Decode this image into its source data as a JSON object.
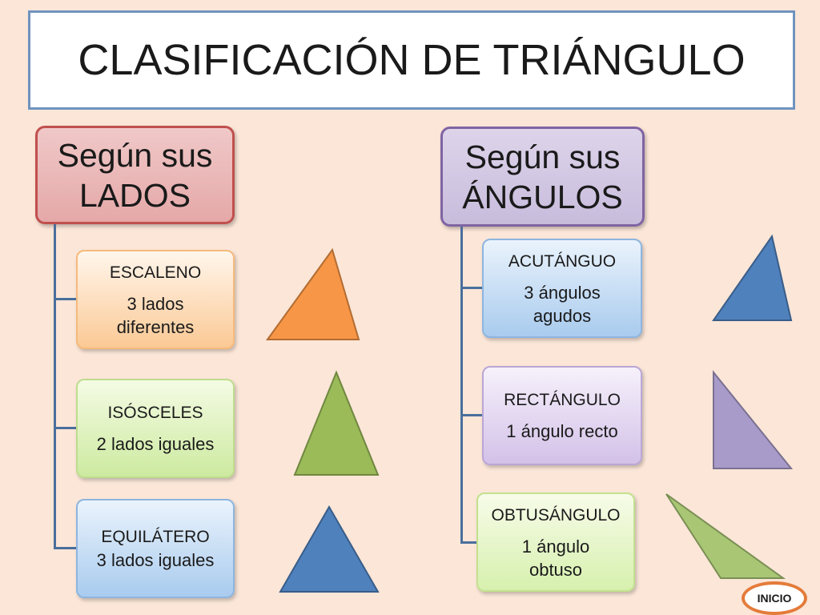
{
  "title": "CLASIFICACIÓN DE TRIÁNGULO",
  "lados": {
    "heading_line1": "Según sus",
    "heading_line2": "LADOS",
    "items": [
      {
        "name": "ESCALENO",
        "line1": "3 lados",
        "line2": "diferentes"
      },
      {
        "name": "ISÓSCELES",
        "line1": "2 lados iguales"
      },
      {
        "name": "EQUILÁTERO",
        "line1": "3 lados iguales"
      }
    ]
  },
  "angulos": {
    "heading_line1": "Según sus",
    "heading_line2": "ÁNGULOS",
    "items": [
      {
        "name": "ACUTÁNGUO",
        "line1": "3 ángulos",
        "line2": "agudos"
      },
      {
        "name": "RECTÁNGULO",
        "line1": "1 ángulo recto"
      },
      {
        "name": "OBTUSÁNGULO",
        "line1": "1 ángulo",
        "line2": "obtuso"
      }
    ]
  },
  "triangle_colors": {
    "escaleno": "#f79646",
    "isosceles": "#9bbb59",
    "equilatero": "#4f81bd",
    "acutangulo": "#4f81bd",
    "rectangulo": "#a99bc9",
    "obtusangulo": "#a9c675"
  },
  "nav": {
    "inicio_label": "INICIO"
  }
}
